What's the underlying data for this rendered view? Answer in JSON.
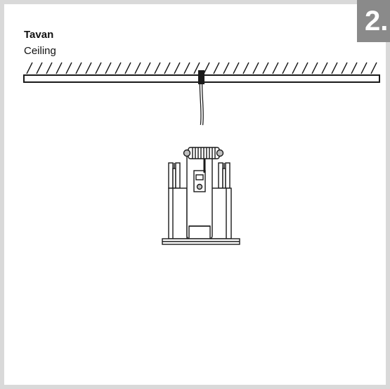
{
  "step": {
    "number": "2."
  },
  "ceiling": {
    "label_primary": "Tavan",
    "label_secondary": "Ceiling"
  },
  "colors": {
    "frame": "#d9d9d9",
    "badge": "#8a8a8a",
    "line": "#1a1a1a",
    "fixture_gray": "#bfbfbf"
  },
  "icons": {
    "fixture": "recessed-downlight-with-spring-clips",
    "cable": "power-cable"
  }
}
